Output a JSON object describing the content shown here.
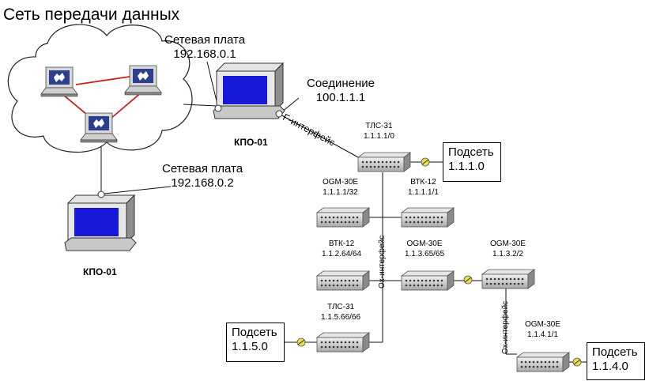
{
  "title": "Сеть передачи данных",
  "nic1": {
    "label": "Сетевая плата",
    "ip": "192.168.0.1"
  },
  "nic2": {
    "label": "Сетевая плата",
    "ip": "192.168.0.2"
  },
  "connection": {
    "label": "Соединение",
    "ip": "100.1.1.1"
  },
  "kpo1": "КПО-01",
  "kpo2": "КПО-01",
  "f_interface": "F-интерфейс",
  "ox_interface_1": "Ox-интерфейс",
  "ox_interface_2": "Ox-интерфейс",
  "devices": {
    "tls31_top": {
      "name": "ТЛС-31",
      "addr": "1.1.1.1/0"
    },
    "ogm_left": {
      "name": "OGM-30E",
      "addr": "1.1.1.1/32"
    },
    "vtk_right": {
      "name": "ВТК-12",
      "addr": "1.1.1.1/1"
    },
    "vtk_mid": {
      "name": "ВТК-12",
      "addr": "1.1.2.64/64"
    },
    "ogm_mid": {
      "name": "OGM-30E",
      "addr": "1.1.3.65/65"
    },
    "ogm_far": {
      "name": "OGM-30E",
      "addr": "1.1.3.2/2"
    },
    "tls31_bottom": {
      "name": "ТЛС-31",
      "addr": "1.1.5.66/66"
    },
    "ogm_bottom": {
      "name": "OGM-30E",
      "addr": "1.1.4.1/1"
    }
  },
  "subnets": {
    "s1": {
      "label": "Подсеть",
      "addr": "1.1.1.0"
    },
    "s2": {
      "label": "Подсеть",
      "addr": "1.1.5.0"
    },
    "s3": {
      "label": "Подсеть",
      "addr": "1.1.4.0"
    }
  }
}
